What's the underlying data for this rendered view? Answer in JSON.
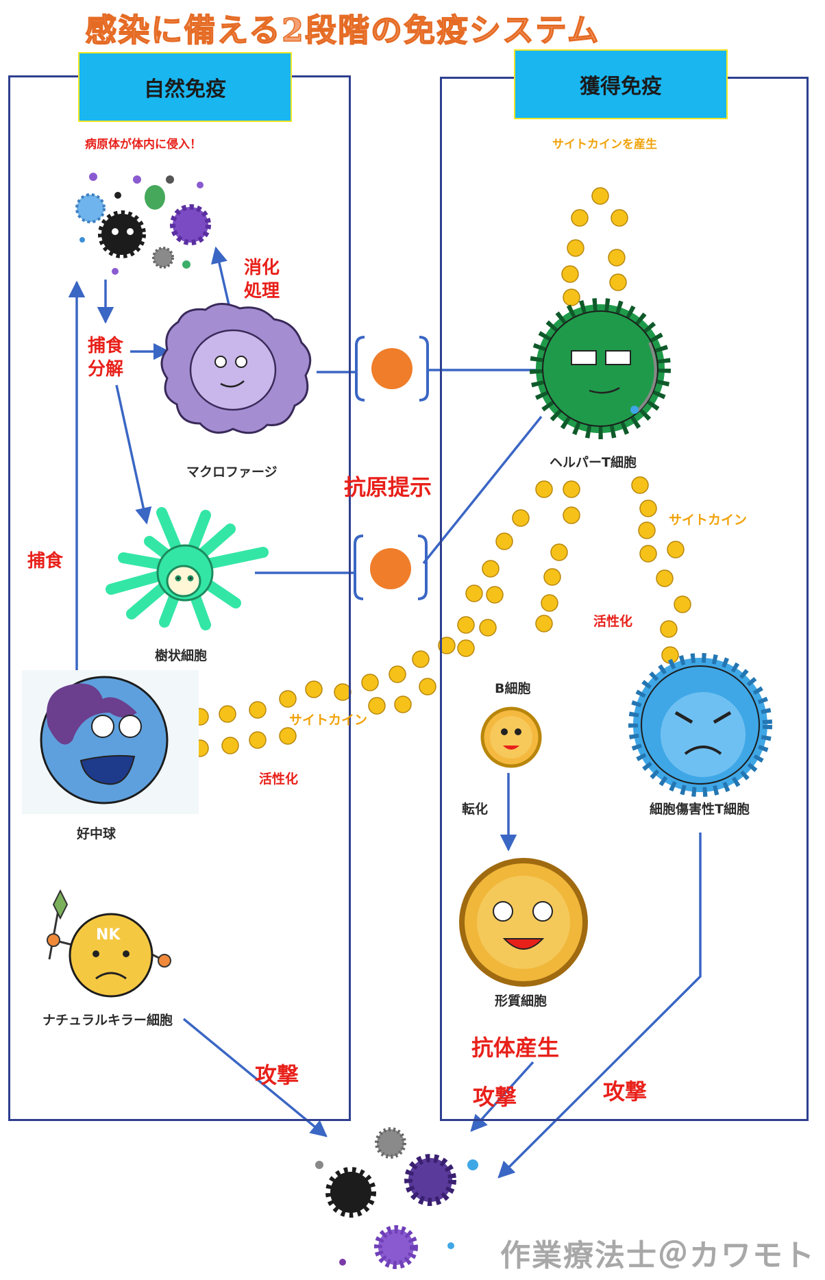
{
  "title": "感染に備える2段階の免疫システム",
  "innate": {
    "header": "自然免疫",
    "pathogen_invasion": "病原体が体内に侵入！",
    "digest": [
      "消化",
      "処理"
    ],
    "phago_digest": [
      "捕食",
      "分解"
    ],
    "phago": "捕食",
    "macrophage": "マクロファージ",
    "dendritic": "樹状細胞",
    "neutrophil": "好中球",
    "nk": "ナチュラルキラー細胞",
    "nk_badge": "NK",
    "attack": "攻撃"
  },
  "center": {
    "antigen_presentation": "抗原提示",
    "cytokine": "サイトカイン",
    "activation": "活性化"
  },
  "adaptive": {
    "header": "獲得免疫",
    "cytokine_production": "サイトカインを産生",
    "helper_t": "ヘルパーT細胞",
    "cytokine": "サイトカイン",
    "activation": "活性化",
    "b_cell": "B細胞",
    "transformation": "転化",
    "plasma_cell": "形質細胞",
    "cytotoxic_t": "細胞傷害性T細胞",
    "antibody_production": "抗体産生",
    "attack_1": "攻撃",
    "attack_2": "攻撃"
  },
  "credit": "作業療法士＠カワモト",
  "colors": {
    "title": "#f4a074",
    "panel_border": "#2e3f8f",
    "header_bg": "#19b6f0",
    "header_border": "#f3e622",
    "arrow": "#3a66c4",
    "red_label": "#e8201a",
    "orange_label": "#f0a20a",
    "cytokine_dot": "#f6c21a",
    "antigen": "#ef7d2a",
    "macrophage": "#a48ed1",
    "dendritic": "#33e6a6",
    "neutrophil": "#5ea0dd",
    "nk": "#f5c842",
    "helper_t": "#1f9a4a",
    "cytotoxic_t": "#3fa7e6",
    "b_cell": "#f5b940",
    "plasma": "#f0b73a"
  }
}
